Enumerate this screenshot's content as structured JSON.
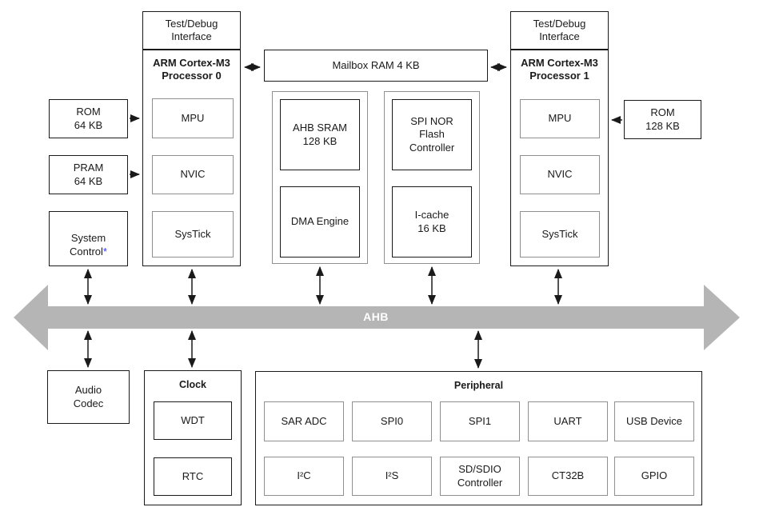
{
  "colors": {
    "bus": "#b5b5b5",
    "bus_text": "#ffffff",
    "asterisk_blue": "#3333e6",
    "box_border": "#1a1a1a",
    "subbox_border": "#909090"
  },
  "bus": {
    "label": "AHB"
  },
  "left": {
    "rom": "ROM\n64 KB",
    "pram": "PRAM\n64 KB",
    "system_control": {
      "label": "System\nControl",
      "asterisk": "*"
    }
  },
  "processor0": {
    "debug": "Test/Debug\nInterface",
    "name": "ARM Cortex-M3\nProcessor 0",
    "mpu": "MPU",
    "nvic": "NVIC",
    "systick": "SysTick"
  },
  "processor1": {
    "debug": "Test/Debug\nInterface",
    "name": "ARM Cortex-M3\nProcessor 1",
    "mpu": "MPU",
    "nvic": "NVIC",
    "systick": "SysTick"
  },
  "mailbox": "Mailbox RAM 4 KB",
  "rom_right": "ROM\n128 KB",
  "memory_block": {
    "sram": "AHB SRAM\n128 KB",
    "dma": "DMA Engine"
  },
  "flash_block": {
    "controller": "SPI NOR\nFlash\nController",
    "icache": "I-cache\n16 KB"
  },
  "audio_codec": "Audio\nCodec",
  "clock": {
    "title": "Clock",
    "wdt": "WDT",
    "rtc": "RTC"
  },
  "peripheral": {
    "title": "Peripheral",
    "row1": [
      "SAR ADC",
      "SPI0",
      "SPI1",
      "UART",
      "USB Device"
    ],
    "row2": [
      "I²C",
      "I²S",
      "SD/SDIO\nController",
      "CT32B",
      "GPIO"
    ]
  }
}
